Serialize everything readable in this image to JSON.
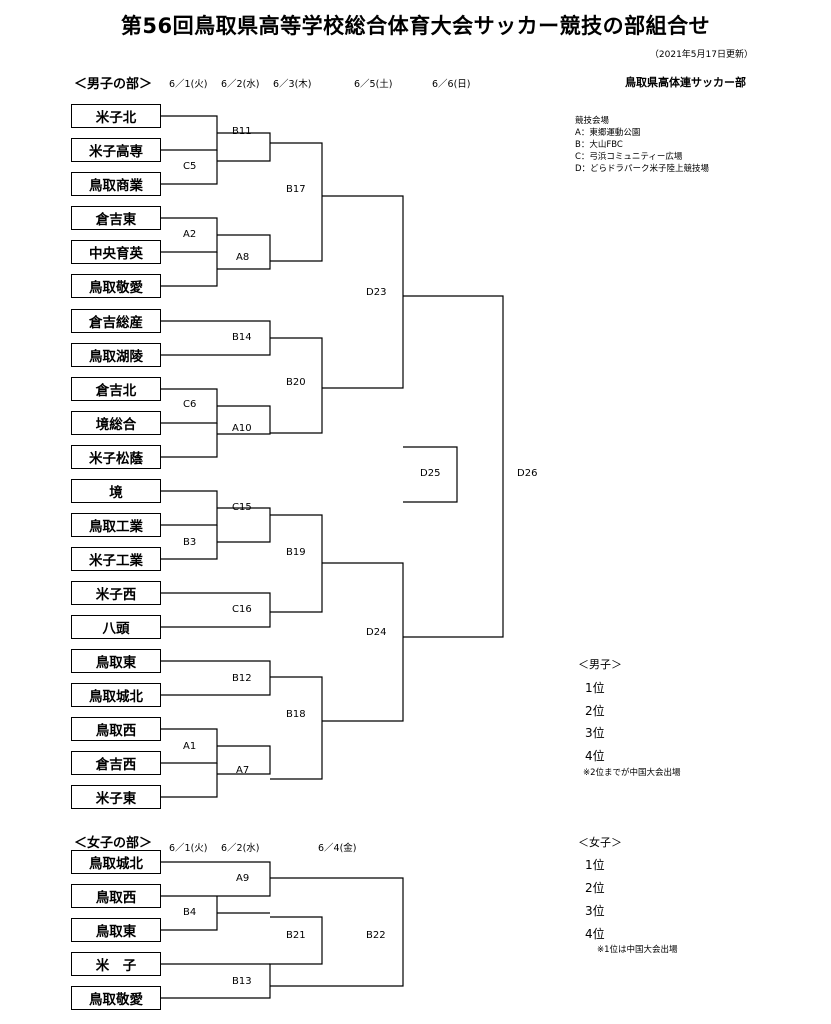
{
  "title": "第56回鳥取県高等学校総合体育大会サッカー競技の部組合せ",
  "updated": "（2021年5月17日更新）",
  "organizer": "鳥取県高体連サッカー部",
  "boys": {
    "label": "＜男子の部＞",
    "dates": [
      "6／1(火)",
      "6／2(水)",
      "6／3(木)",
      "6／5(土)",
      "6／6(日)"
    ],
    "teams": [
      "米子北",
      "米子高専",
      "鳥取商業",
      "倉吉東",
      "中央育英",
      "鳥取敬愛",
      "倉吉総産",
      "鳥取湖陵",
      "倉吉北",
      "境総合",
      "米子松蔭",
      "境",
      "鳥取工業",
      "米子工業",
      "米子西",
      "八頭",
      "鳥取東",
      "鳥取城北",
      "鳥取西",
      "倉吉西",
      "米子東"
    ],
    "matches": [
      "B11",
      "C5",
      "A2",
      "A8",
      "B14",
      "C6",
      "A10",
      "C15",
      "B3",
      "C16",
      "B12",
      "A1",
      "A7",
      "B17",
      "B20",
      "B19",
      "B18",
      "D23",
      "D24",
      "D25",
      "D26"
    ]
  },
  "girls": {
    "label": "＜女子の部＞",
    "dates": [
      "6／1(火)",
      "6／2(水)",
      "6／4(金)"
    ],
    "teams": [
      "鳥取城北",
      "鳥取西",
      "鳥取東",
      "米　子",
      "鳥取敬愛"
    ],
    "matches": [
      "A9",
      "B4",
      "B21",
      "B13",
      "B22"
    ]
  },
  "venues": {
    "heading": "競技会場",
    "items": [
      "A：東郷運動公園",
      "B：大山FBC",
      "C：弓浜コミュニティー広場",
      "D：どらドラパーク米子陸上競技場"
    ]
  },
  "boys_results": {
    "heading": "＜男子＞",
    "ranks": [
      "1位",
      "2位",
      "3位",
      "4位"
    ],
    "note": "※2位までが中国大会出場"
  },
  "girls_results": {
    "heading": "＜女子＞",
    "ranks": [
      "1位",
      "2位",
      "3位",
      "4位"
    ],
    "note": "※1位は中国大会出場"
  }
}
